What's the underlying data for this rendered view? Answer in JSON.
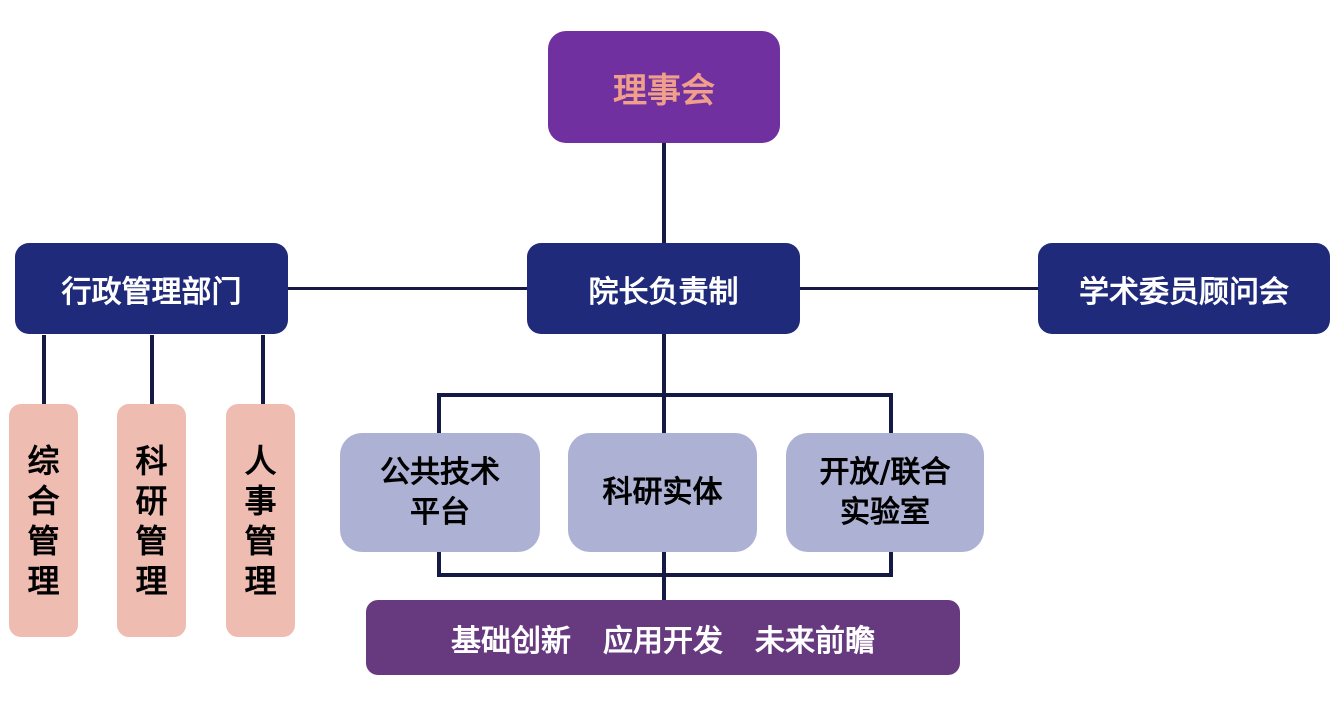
{
  "diagram": {
    "top_node": {
      "label": "理事会",
      "fill": "#7030a0",
      "text_color": "#f0a08a"
    },
    "center_node": {
      "label": "院长负责制",
      "fill": "#1f2a7a"
    },
    "left_node": {
      "label": "行政管理部门",
      "fill": "#1f2a7a"
    },
    "right_node": {
      "label": "学术委员顾问会",
      "fill": "#1f2a7a"
    },
    "admin_children": [
      {
        "chars": [
          "综",
          "合",
          "管",
          "理"
        ]
      },
      {
        "chars": [
          "科",
          "研",
          "管",
          "理"
        ]
      },
      {
        "chars": [
          "人",
          "事",
          "管",
          "理"
        ]
      }
    ],
    "admin_child_fill": "#efbcb2",
    "research_units": [
      {
        "lines": [
          "公共技术",
          "平台"
        ]
      },
      {
        "lines": [
          "科研实体"
        ]
      },
      {
        "lines": [
          "开放/联合",
          "实验室"
        ]
      }
    ],
    "research_unit_fill": "#adb1d3",
    "bottom_node": {
      "items": [
        "基础创新",
        "应用开发",
        "未来前瞻"
      ],
      "fill": "#673a80"
    },
    "connector_color": "#141a44"
  }
}
